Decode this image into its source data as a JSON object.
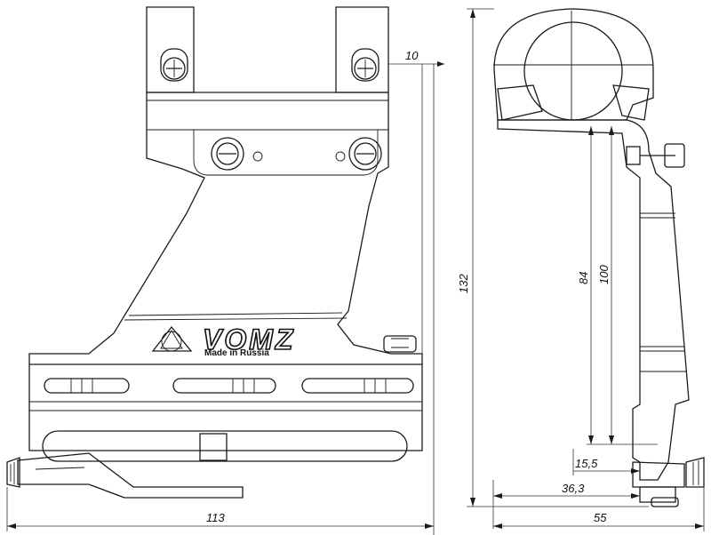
{
  "brand": {
    "name": "VOMZ",
    "subtitle": "Made in Russia"
  },
  "dimensions": {
    "top_offset": "10",
    "overall_height": "132",
    "center_height_84": "84",
    "center_height_100": "100",
    "offset_15_5": "15,5",
    "offset_36_3": "36,3",
    "front_width": "113",
    "side_width": "55"
  }
}
